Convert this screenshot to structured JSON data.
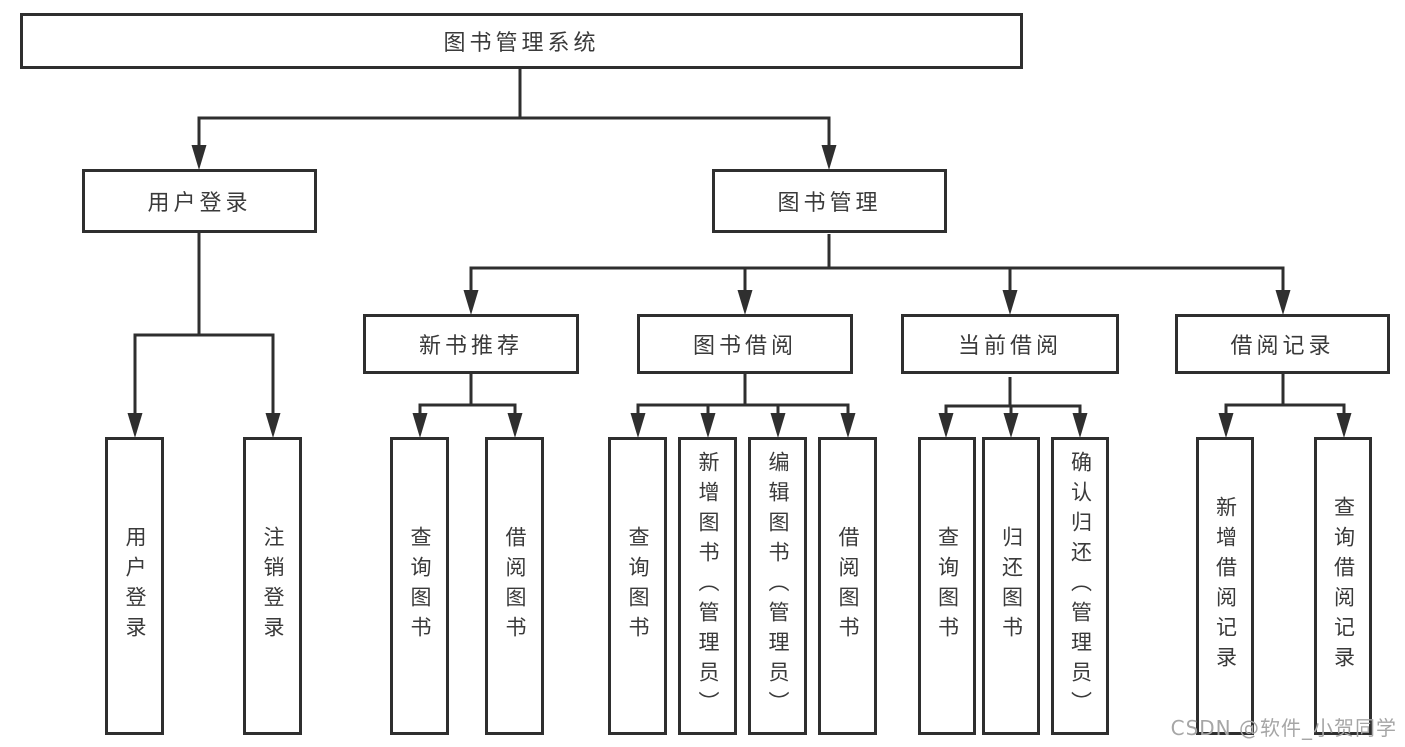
{
  "diagram": {
    "root": {
      "label": "图书管理系统",
      "children": [
        {
          "label": "用户登录",
          "children": [
            {
              "label": "用户登录"
            },
            {
              "label": "注销登录"
            }
          ]
        },
        {
          "label": "图书管理",
          "children": [
            {
              "label": "新书推荐",
              "children": [
                {
                  "label": "查询图书"
                },
                {
                  "label": "借阅图书"
                }
              ]
            },
            {
              "label": "图书借阅",
              "children": [
                {
                  "label": "查询图书"
                },
                {
                  "label": "新增图书（管理员）"
                },
                {
                  "label": "编辑图书（管理员）"
                },
                {
                  "label": "借阅图书"
                }
              ]
            },
            {
              "label": "当前借阅",
              "children": [
                {
                  "label": "查询图书"
                },
                {
                  "label": "归还图书"
                },
                {
                  "label": "确认归还（管理员）"
                }
              ]
            },
            {
              "label": "借阅记录",
              "children": [
                {
                  "label": "新增借阅记录"
                },
                {
                  "label": "查询借阅记录"
                }
              ]
            }
          ]
        }
      ]
    },
    "watermark": "CSDN @软件_小贺同学",
    "colors": {
      "line": "#2f2f2f",
      "box_border": "#2f2f2f",
      "text": "#3a3a3a",
      "watermark": "#a6a6a6",
      "background": "#ffffff"
    }
  }
}
